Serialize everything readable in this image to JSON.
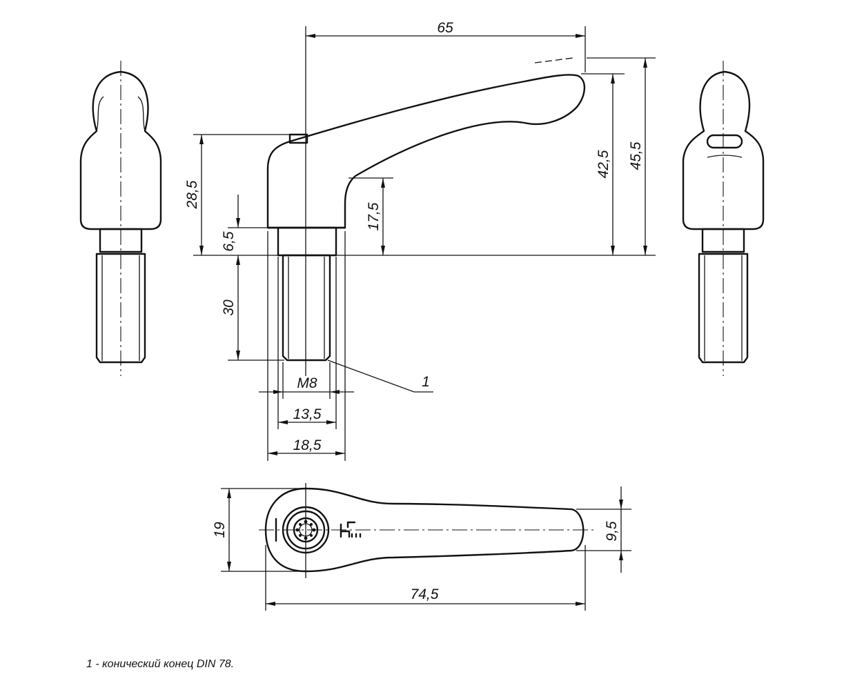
{
  "dimensions": {
    "overall_length_side": "65",
    "hub_height": "28,5",
    "collar_height": "6,5",
    "thread_length": "30",
    "lever_root_height": "17,5",
    "lever_height": "42,5",
    "max_height": "45,5",
    "thread": "M8",
    "collar_diameter": "13,5",
    "hub_diameter": "18,5",
    "hub_width_top": "19",
    "overall_length_top": "74,5",
    "tip_width": "9,5"
  },
  "callout": "1",
  "logo": "kipp",
  "caption": "1 - конический конец DIN 78."
}
